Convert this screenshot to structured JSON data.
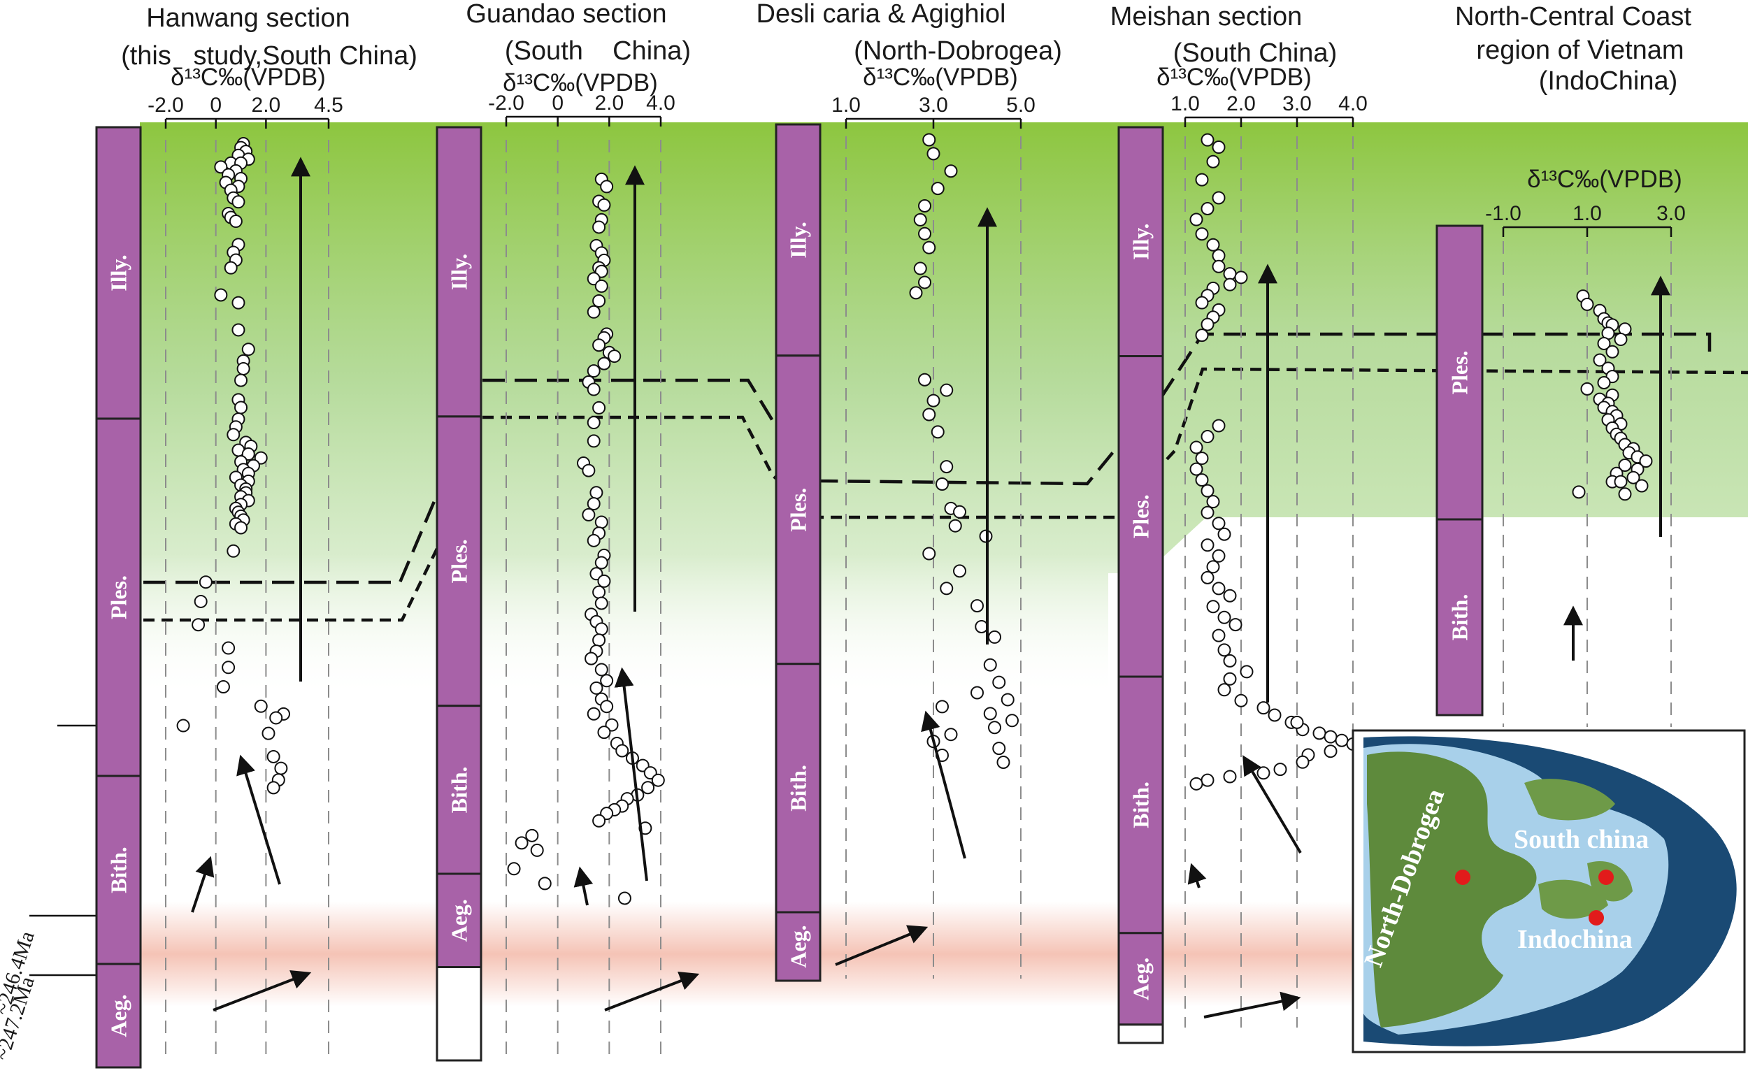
{
  "chart_data": [
    {
      "type": "scatter",
      "section": "Hanwang section",
      "subtitle": "(this   study,South China)",
      "axis_title": "δ¹³C‰(VPDB)",
      "ticks": [
        "-2.0",
        "0",
        "2.0",
        "4.5"
      ],
      "tick_values": [
        -2.0,
        0,
        2.0,
        4.5
      ],
      "stages": [
        {
          "label": "Illy.",
          "top": 0,
          "bottom": 0.31
        },
        {
          "label": "Ples.",
          "top": 0.31,
          "bottom": 0.69
        },
        {
          "label": "Bith.",
          "top": 0.69,
          "bottom": 0.89
        },
        {
          "label": "Aeg.",
          "top": 0.89,
          "bottom": 1.0
        }
      ],
      "points": [
        [
          1.1,
          0.01
        ],
        [
          1.0,
          0.02
        ],
        [
          1.2,
          0.03
        ],
        [
          0.9,
          0.04
        ],
        [
          1.3,
          0.05
        ],
        [
          0.6,
          0.06
        ],
        [
          1.0,
          0.06
        ],
        [
          0.2,
          0.07
        ],
        [
          0.8,
          0.08
        ],
        [
          0.5,
          0.09
        ],
        [
          1.0,
          0.1
        ],
        [
          0.4,
          0.11
        ],
        [
          0.9,
          0.12
        ],
        [
          0.6,
          0.13
        ],
        [
          0.7,
          0.15
        ],
        [
          0.9,
          0.16
        ],
        [
          0.5,
          0.19
        ],
        [
          0.6,
          0.2
        ],
        [
          0.8,
          0.21
        ],
        [
          0.9,
          0.27
        ],
        [
          0.7,
          0.29
        ],
        [
          0.8,
          0.31
        ],
        [
          0.6,
          0.33
        ],
        [
          0.2,
          0.4
        ],
        [
          0.9,
          0.42
        ],
        [
          0.9,
          0.49
        ],
        [
          1.3,
          0.54
        ],
        [
          1.1,
          0.57
        ],
        [
          1.1,
          0.59
        ],
        [
          1.0,
          0.62
        ],
        [
          0.9,
          0.67
        ],
        [
          1.0,
          0.69
        ],
        [
          0.9,
          0.72
        ],
        [
          0.8,
          0.74
        ],
        [
          0.7,
          0.76
        ],
        [
          1.2,
          0.78
        ],
        [
          1.4,
          0.79
        ],
        [
          0.9,
          0.8
        ],
        [
          1.3,
          0.81
        ],
        [
          1.8,
          0.82
        ],
        [
          1.0,
          0.83
        ],
        [
          1.5,
          0.84
        ],
        [
          1.1,
          0.85
        ],
        [
          1.3,
          0.86
        ],
        [
          0.8,
          0.87
        ],
        [
          1.3,
          0.88
        ],
        [
          1.0,
          0.89
        ],
        [
          1.2,
          0.9
        ],
        [
          1.2,
          0.91
        ],
        [
          1.0,
          0.92
        ],
        [
          1.3,
          0.93
        ],
        [
          1.0,
          0.94
        ],
        [
          0.8,
          0.95
        ],
        [
          0.9,
          0.96
        ],
        [
          1.0,
          0.97
        ],
        [
          1.1,
          0.98
        ],
        [
          0.8,
          0.99
        ],
        [
          1.0,
          1.0
        ],
        [
          0.7,
          1.06
        ],
        [
          -0.4,
          1.14
        ],
        [
          -0.6,
          1.19
        ],
        [
          -0.7,
          1.25
        ],
        [
          0.5,
          1.31
        ],
        [
          0.5,
          1.36
        ],
        [
          0.3,
          1.41
        ],
        [
          1.8,
          1.46
        ],
        [
          2.7,
          1.48
        ],
        [
          2.4,
          1.49
        ],
        [
          -1.3,
          1.51
        ],
        [
          2.1,
          1.53
        ],
        [
          2.3,
          1.59
        ],
        [
          2.6,
          1.62
        ],
        [
          2.5,
          1.65
        ],
        [
          2.3,
          1.67
        ]
      ]
    },
    {
      "type": "scatter",
      "section": "Guandao section",
      "subtitle": "(South    China)",
      "axis_title": "δ¹³C‰(VPDB)",
      "ticks": [
        "-2.0",
        "0",
        "2.0",
        "4.0"
      ],
      "tick_values": [
        -2.0,
        0,
        2.0,
        4.0
      ],
      "stages": [
        {
          "label": "Illy.",
          "top": 0,
          "bottom": 0.31
        },
        {
          "label": "Ples.",
          "top": 0.31,
          "bottom": 0.62
        },
        {
          "label": "Bith.",
          "top": 0.62,
          "bottom": 0.8
        },
        {
          "label": "Aeg.",
          "top": 0.8,
          "bottom": 0.9
        }
      ],
      "points": [
        [
          1.7,
          0.05
        ],
        [
          1.9,
          0.07
        ],
        [
          1.6,
          0.11
        ],
        [
          1.8,
          0.12
        ],
        [
          1.7,
          0.16
        ],
        [
          1.6,
          0.18
        ],
        [
          1.5,
          0.23
        ],
        [
          1.7,
          0.25
        ],
        [
          1.8,
          0.27
        ],
        [
          1.6,
          0.29
        ],
        [
          1.7,
          0.3
        ],
        [
          1.4,
          0.32
        ],
        [
          1.7,
          0.34
        ],
        [
          1.6,
          0.38
        ],
        [
          1.4,
          0.41
        ],
        [
          1.9,
          0.47
        ],
        [
          1.8,
          0.48
        ],
        [
          1.6,
          0.5
        ],
        [
          2.0,
          0.52
        ],
        [
          2.2,
          0.53
        ],
        [
          1.8,
          0.55
        ],
        [
          1.4,
          0.57
        ],
        [
          1.2,
          0.6
        ],
        [
          1.4,
          0.62
        ],
        [
          1.6,
          0.67
        ],
        [
          1.4,
          0.71
        ],
        [
          1.4,
          0.76
        ],
        [
          1.0,
          0.82
        ],
        [
          1.2,
          0.84
        ],
        [
          1.5,
          0.9
        ],
        [
          1.4,
          0.93
        ],
        [
          1.2,
          0.96
        ],
        [
          1.7,
          0.98
        ],
        [
          1.6,
          1.01
        ],
        [
          1.4,
          1.03
        ],
        [
          1.8,
          1.07
        ],
        [
          1.7,
          1.09
        ],
        [
          1.5,
          1.12
        ],
        [
          1.8,
          1.14
        ],
        [
          1.6,
          1.17
        ],
        [
          1.7,
          1.2
        ],
        [
          1.3,
          1.23
        ],
        [
          1.5,
          1.25
        ],
        [
          1.7,
          1.27
        ],
        [
          1.6,
          1.3
        ],
        [
          1.5,
          1.33
        ],
        [
          1.3,
          1.35
        ],
        [
          1.7,
          1.38
        ],
        [
          1.9,
          1.41
        ],
        [
          1.5,
          1.43
        ],
        [
          1.7,
          1.46
        ],
        [
          1.9,
          1.48
        ],
        [
          1.4,
          1.5
        ],
        [
          2.1,
          1.53
        ],
        [
          1.8,
          1.55
        ],
        [
          2.3,
          1.58
        ],
        [
          2.5,
          1.6
        ],
        [
          2.9,
          1.62
        ],
        [
          3.3,
          1.64
        ],
        [
          3.6,
          1.66
        ],
        [
          3.9,
          1.68
        ],
        [
          3.5,
          1.7
        ],
        [
          3.1,
          1.72
        ],
        [
          2.7,
          1.73
        ],
        [
          2.5,
          1.75
        ],
        [
          2.2,
          1.76
        ],
        [
          1.9,
          1.77
        ],
        [
          1.6,
          1.79
        ],
        [
          3.4,
          1.81
        ],
        [
          -1.0,
          1.83
        ],
        [
          -1.4,
          1.85
        ],
        [
          -0.8,
          1.87
        ],
        [
          -1.7,
          1.92
        ],
        [
          -0.5,
          1.96
        ],
        [
          2.6,
          2.0
        ]
      ]
    },
    {
      "type": "scatter",
      "section": "Desli caria & Agighiol",
      "subtitle": "(North-Dobrogea)",
      "axis_title": "δ¹³C‰(VPDB)",
      "ticks": [
        "1.0",
        "3.0",
        "5.0"
      ],
      "tick_values": [
        1.0,
        3.0,
        5.0
      ],
      "stages": [
        {
          "label": "Illy.",
          "top": 0,
          "bottom": 0.27
        },
        {
          "label": "Ples.",
          "top": 0.27,
          "bottom": 0.63
        },
        {
          "label": "Bith.",
          "top": 0.63,
          "bottom": 0.92
        },
        {
          "label": "Aeg.",
          "top": 0.92,
          "bottom": 1.0
        }
      ],
      "points": [
        [
          2.9,
          0.01
        ],
        [
          3.0,
          0.05
        ],
        [
          3.4,
          0.1
        ],
        [
          3.1,
          0.15
        ],
        [
          2.8,
          0.2
        ],
        [
          2.7,
          0.24
        ],
        [
          2.8,
          0.28
        ],
        [
          2.9,
          0.32
        ],
        [
          2.7,
          0.38
        ],
        [
          2.8,
          0.42
        ],
        [
          2.6,
          0.45
        ],
        [
          2.8,
          0.7
        ],
        [
          3.3,
          0.73
        ],
        [
          3.0,
          0.76
        ],
        [
          2.9,
          0.8
        ],
        [
          3.1,
          0.85
        ],
        [
          3.3,
          0.95
        ],
        [
          3.2,
          1.0
        ],
        [
          3.4,
          1.07
        ],
        [
          3.6,
          1.08
        ],
        [
          3.5,
          1.12
        ],
        [
          4.2,
          1.15
        ],
        [
          2.9,
          1.2
        ],
        [
          3.6,
          1.25
        ],
        [
          3.3,
          1.3
        ],
        [
          4.0,
          1.35
        ],
        [
          4.1,
          1.41
        ],
        [
          4.4,
          1.44
        ],
        [
          4.3,
          1.52
        ],
        [
          4.5,
          1.57
        ],
        [
          4.0,
          1.6
        ],
        [
          4.7,
          1.62
        ],
        [
          3.2,
          1.64
        ],
        [
          4.3,
          1.66
        ],
        [
          4.8,
          1.68
        ],
        [
          4.4,
          1.7
        ],
        [
          3.4,
          1.72
        ],
        [
          3.0,
          1.74
        ],
        [
          4.5,
          1.76
        ],
        [
          3.2,
          1.78
        ],
        [
          4.6,
          1.8
        ]
      ]
    },
    {
      "type": "scatter",
      "section": "Meishan section",
      "subtitle": "(South China)",
      "axis_title": "δ¹³C‰(VPDB)",
      "ticks": [
        "1.0",
        "2.0",
        "3.0",
        "4.0"
      ],
      "tick_values": [
        1.0,
        2.0,
        3.0,
        4.0
      ],
      "stages": [
        {
          "label": "Illy.",
          "top": 0,
          "bottom": 0.25
        },
        {
          "label": "Ples.",
          "top": 0.25,
          "bottom": 0.6
        },
        {
          "label": "Bith.",
          "top": 0.6,
          "bottom": 0.88
        },
        {
          "label": "Aeg.",
          "top": 0.88,
          "bottom": 0.98
        }
      ],
      "points": [
        [
          1.4,
          0.01
        ],
        [
          1.6,
          0.03
        ],
        [
          1.5,
          0.07
        ],
        [
          1.3,
          0.12
        ],
        [
          1.6,
          0.17
        ],
        [
          1.4,
          0.2
        ],
        [
          1.2,
          0.23
        ],
        [
          1.3,
          0.27
        ],
        [
          1.5,
          0.3
        ],
        [
          1.6,
          0.33
        ],
        [
          1.6,
          0.36
        ],
        [
          1.8,
          0.38
        ],
        [
          2.0,
          0.39
        ],
        [
          1.8,
          0.41
        ],
        [
          1.5,
          0.42
        ],
        [
          1.4,
          0.44
        ],
        [
          1.3,
          0.46
        ],
        [
          1.6,
          0.48
        ],
        [
          1.5,
          0.5
        ],
        [
          1.4,
          0.52
        ],
        [
          1.3,
          0.55
        ],
        [
          1.6,
          0.8
        ],
        [
          1.4,
          0.83
        ],
        [
          1.2,
          0.86
        ],
        [
          1.3,
          0.89
        ],
        [
          1.2,
          0.92
        ],
        [
          1.3,
          0.95
        ],
        [
          1.4,
          0.98
        ],
        [
          1.5,
          1.01
        ],
        [
          1.4,
          1.04
        ],
        [
          1.6,
          1.07
        ],
        [
          1.7,
          1.1
        ],
        [
          1.4,
          1.13
        ],
        [
          1.6,
          1.16
        ],
        [
          1.5,
          1.19
        ],
        [
          1.4,
          1.22
        ],
        [
          1.6,
          1.25
        ],
        [
          1.8,
          1.27
        ],
        [
          1.5,
          1.3
        ],
        [
          1.7,
          1.33
        ],
        [
          1.9,
          1.35
        ],
        [
          1.6,
          1.38
        ],
        [
          1.7,
          1.42
        ],
        [
          1.8,
          1.45
        ],
        [
          2.1,
          1.48
        ],
        [
          1.8,
          1.5
        ],
        [
          1.7,
          1.53
        ],
        [
          2.0,
          1.56
        ],
        [
          2.4,
          1.58
        ],
        [
          2.6,
          1.6
        ],
        [
          2.9,
          1.62
        ],
        [
          3.1,
          1.64
        ],
        [
          3.4,
          1.65
        ],
        [
          3.6,
          1.66
        ],
        [
          3.8,
          1.67
        ],
        [
          4.0,
          1.68
        ],
        [
          3.6,
          1.7
        ],
        [
          3.2,
          1.71
        ],
        [
          3.1,
          1.73
        ],
        [
          2.7,
          1.75
        ],
        [
          2.4,
          1.76
        ],
        [
          1.8,
          1.77
        ],
        [
          1.4,
          1.78
        ],
        [
          1.2,
          1.79
        ],
        [
          3.0,
          1.62
        ]
      ]
    },
    {
      "type": "scatter",
      "section": "North-Central Coast",
      "subtitle": "region of Vietnam",
      "subtitle2": "(IndoChina)",
      "axis_title": "δ¹³C‰(VPDB)",
      "ticks": [
        "-1.0",
        "1.0",
        "3.0"
      ],
      "tick_values": [
        -1.0,
        1.0,
        3.0
      ],
      "stages": [
        {
          "label": "Ples.",
          "top": 0,
          "bottom": 0.6
        },
        {
          "label": "Bith.",
          "top": 0.6,
          "bottom": 1.0
        }
      ],
      "points": [
        [
          0.9,
          0.08
        ],
        [
          1.0,
          0.12
        ],
        [
          1.3,
          0.15
        ],
        [
          1.4,
          0.19
        ],
        [
          1.5,
          0.21
        ],
        [
          1.6,
          0.22
        ],
        [
          1.9,
          0.24
        ],
        [
          1.5,
          0.26
        ],
        [
          1.8,
          0.29
        ],
        [
          1.4,
          0.31
        ],
        [
          1.6,
          0.35
        ],
        [
          1.3,
          0.39
        ],
        [
          1.5,
          0.43
        ],
        [
          1.6,
          0.47
        ],
        [
          1.4,
          0.5
        ],
        [
          1.0,
          0.53
        ],
        [
          1.6,
          0.56
        ],
        [
          1.3,
          0.58
        ],
        [
          1.5,
          0.6
        ],
        [
          1.4,
          0.62
        ],
        [
          1.6,
          0.64
        ],
        [
          1.7,
          0.66
        ],
        [
          1.5,
          0.68
        ],
        [
          1.8,
          0.7
        ],
        [
          1.6,
          0.72
        ],
        [
          1.7,
          0.75
        ],
        [
          1.8,
          0.77
        ],
        [
          1.9,
          0.8
        ],
        [
          2.1,
          0.82
        ],
        [
          2.0,
          0.84
        ],
        [
          2.2,
          0.86
        ],
        [
          2.4,
          0.88
        ],
        [
          1.9,
          0.9
        ],
        [
          2.2,
          0.92
        ],
        [
          1.7,
          0.94
        ],
        [
          2.1,
          0.96
        ],
        [
          1.6,
          0.98
        ],
        [
          1.8,
          0.98
        ],
        [
          2.3,
          1.0
        ],
        [
          0.8,
          1.03
        ],
        [
          1.9,
          1.04
        ]
      ]
    }
  ],
  "ages": [
    "~246.4Ma",
    "~247.2Ma"
  ],
  "inset_map": {
    "labels": [
      "North-Dobrogea",
      "South china",
      "Indochina"
    ],
    "colors": {
      "ocean": "#1a4a74",
      "shelf": "#a8d0ea",
      "land": "#5e8a3c",
      "site": "#e21b1b"
    }
  },
  "colors": {
    "stage_fill": "#a862a8",
    "green_band": "#8dc63f",
    "pink_band": "#f3b9a9",
    "grid": "#8c8c8c"
  }
}
